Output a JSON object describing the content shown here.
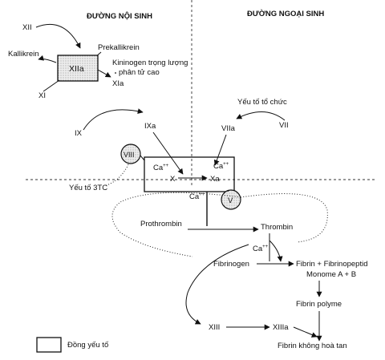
{
  "titles": {
    "intrinsic": "ĐƯỜNG NỘI SINH",
    "extrinsic": "ĐƯỜNG NGOẠI SINH"
  },
  "labels": {
    "xii": "XII",
    "prekallikrein": "Prekallikrein",
    "kallikrein": "Kallikrein",
    "xiia": "XIIa",
    "kininogen_line1": "Kininogen trọng lượng",
    "kininogen_line2": "phân tử cao",
    "xia": "XIa",
    "xi": "XI",
    "tissue_factor": "Yếu tố tổ chức",
    "ix": "IX",
    "ixa": "IXa",
    "viia": "VIIa",
    "vii": "VII",
    "viii": "VIII",
    "ca_1": "Ca",
    "ca_2": "Ca",
    "ca_3": "Ca",
    "ca_4": "Ca",
    "x": "X",
    "xa": "Xa",
    "platelet_factor3": "Yếu tố 3TC",
    "v": "V",
    "prothrombin": "Prothrombin",
    "thrombin": "Thrombin",
    "fibrinogen": "Fibrinogen",
    "fibrin_fibrinopeptid": "Fibrin + Fibrinopeptid",
    "monome": "Monome A + B",
    "fibrin_polyme": "Fibrin polyme",
    "xiii": "XIII",
    "xiiia": "XIIIa",
    "fibrin_insoluble": "Fibrin không hoà tan",
    "legend_cofactor": "Đồng yếu tố",
    "superscript": "++"
  }
}
